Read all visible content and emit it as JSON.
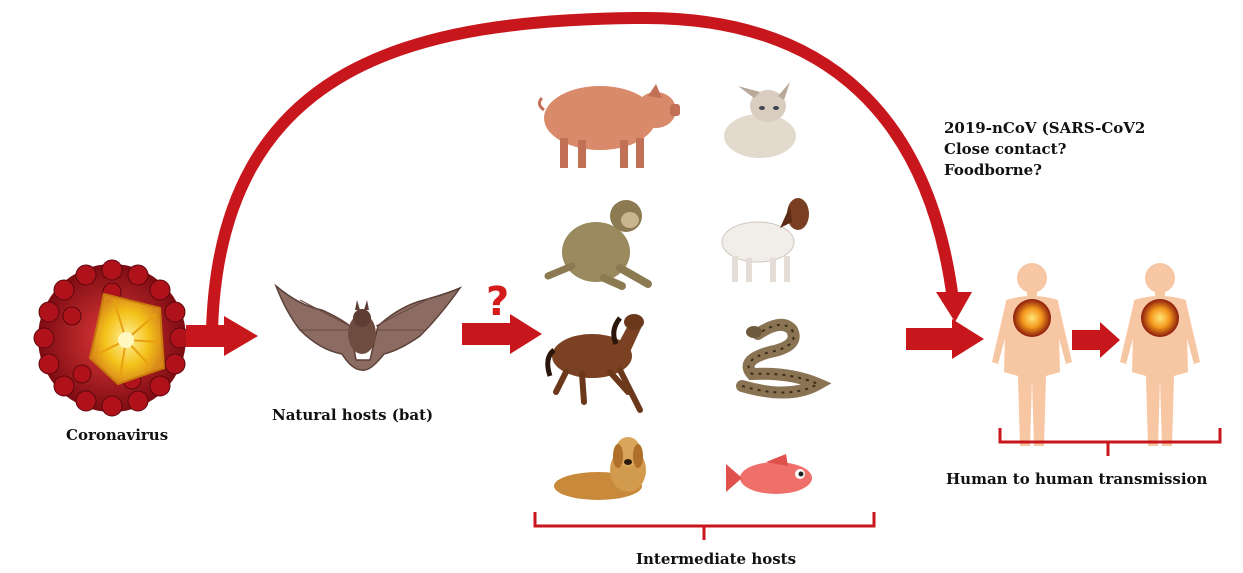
{
  "labels": {
    "coronavirus": "Coronavirus",
    "natural_hosts": "Natural hosts (bat)",
    "intermediate_hosts": "Intermediate hosts",
    "human_transmission": "Human to human transmission",
    "unknown_mark": "?"
  },
  "annotation": {
    "lines": [
      "2019-nCoV (SARS-CoV2",
      "Close contact?",
      "Foodborne?"
    ]
  },
  "colors": {
    "arrow": "#c8161d",
    "virus_shell": "#a3101a",
    "virus_core": "#f4c21a",
    "human_skin": "#f7c6a3"
  },
  "intermediate_animals": [
    "pig",
    "cat",
    "monkey",
    "goat",
    "horse",
    "snake",
    "dog",
    "fish"
  ]
}
